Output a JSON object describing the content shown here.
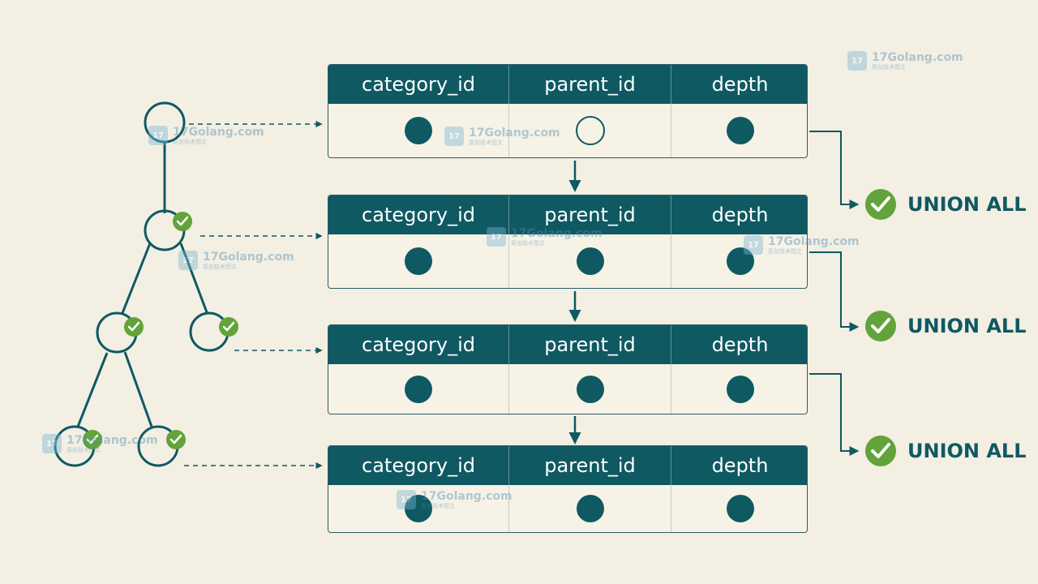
{
  "colors": {
    "background": "#f3efe3",
    "primary": "#0f5962",
    "check": "#62a33b",
    "watermark": "#4d8db3"
  },
  "tables": [
    {
      "headers": [
        "category_id",
        "parent_id",
        "depth"
      ],
      "cells": [
        "filled",
        "open",
        "filled"
      ]
    },
    {
      "headers": [
        "category_id",
        "parent_id",
        "depth"
      ],
      "cells": [
        "filled",
        "filled",
        "filled"
      ]
    },
    {
      "headers": [
        "category_id",
        "parent_id",
        "depth"
      ],
      "cells": [
        "filled",
        "filled",
        "filled"
      ]
    },
    {
      "headers": [
        "category_id",
        "parent_id",
        "depth"
      ],
      "cells": [
        "filled",
        "filled",
        "filled"
      ]
    }
  ],
  "union_labels": [
    "UNION ALL",
    "UNION ALL",
    "UNION ALL"
  ],
  "watermark": {
    "title": "17Golang.com",
    "subtitle": "原创技术图文"
  },
  "icons": {
    "check": "check-circle-icon",
    "arrow": "arrow-icon",
    "logo": "17golang-logo-icon"
  }
}
